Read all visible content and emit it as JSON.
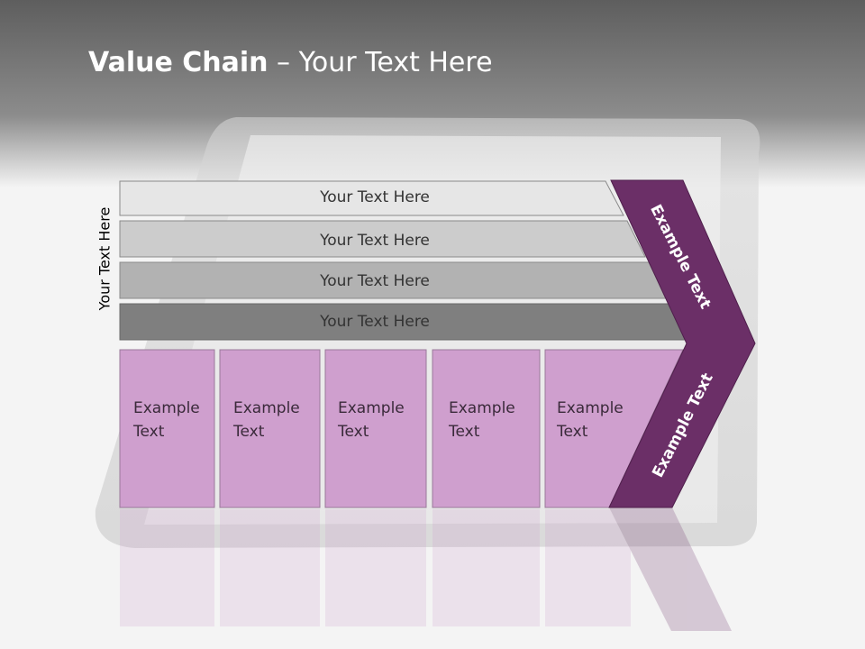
{
  "slide": {
    "title_bold": "Value Chain",
    "title_rest": " – Your Text Here",
    "side_label": "Your Text Here"
  },
  "rows": [
    {
      "label": "Your Text Here",
      "fill": "#e6e6e6"
    },
    {
      "label": "Your Text Here",
      "fill": "#cccccc"
    },
    {
      "label": "Your Text Here",
      "fill": "#b2b2b2"
    },
    {
      "label": "Your Text Here",
      "fill": "#7f7f7f"
    }
  ],
  "columns": [
    {
      "line1": "Example",
      "line2": "Text"
    },
    {
      "line1": "Example",
      "line2": "Text"
    },
    {
      "line1": "Example",
      "line2": "Text"
    },
    {
      "line1": "Example",
      "line2": "Text"
    },
    {
      "line1": "Example",
      "line2": "Text"
    }
  ],
  "chevron": {
    "upper_label": "Example Text",
    "lower_label": "Example Text",
    "color": "#6b2f67"
  },
  "colors": {
    "column_fill": "#cf9fce",
    "header": "#6e6e6e"
  }
}
